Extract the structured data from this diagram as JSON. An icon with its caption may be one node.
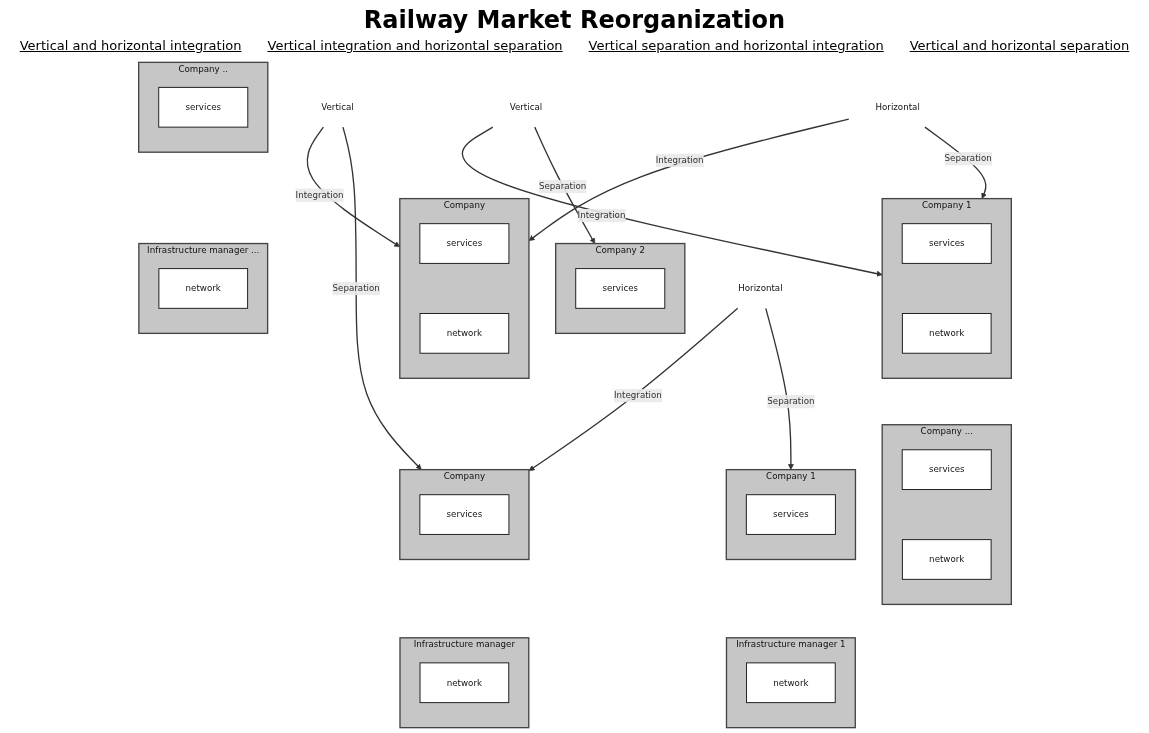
{
  "diagram": {
    "title": "Railway Market Reorganization",
    "nodes": [
      {
        "text": [
          "Company"
        ]
      },
      {
        "text": [
          "services"
        ],
        "in": 0
      },
      {
        "text": [
          "network"
        ],
        "in": 0
      },
      {
        "text": [
          "Horizontal"
        ]
      },
      {
        "text": [
          "Company 1"
        ]
      },
      {
        "text": [
          "services"
        ],
        "in": 4
      },
      {
        "text": [
          "network"
        ],
        "in": 4
      },
      {
        "text": [
          "Company ..."
        ]
      },
      {
        "text": [
          "services"
        ],
        "in": 7
      },
      {
        "text": [
          "network"
        ],
        "in": 7
      },
      {
        "text": [
          "Vertical"
        ]
      },
      {
        "text": [
          "Vertical"
        ]
      },
      {
        "text": [
          "Company"
        ]
      },
      {
        "text": [
          "services"
        ],
        "in": 12
      },
      {
        "text": [
          "Horizontal"
        ]
      },
      {
        "text": [
          "Company 1"
        ]
      },
      {
        "text": [
          "services"
        ],
        "in": 15
      },
      {
        "text": [
          "Company 2"
        ]
      },
      {
        "text": [
          "services"
        ],
        "in": 17
      },
      {
        "text": [
          "Company .."
        ]
      },
      {
        "text": [
          "services"
        ],
        "in": 19
      },
      {
        "text": [
          "Infrastructure manager"
        ]
      },
      {
        "text": [
          "network"
        ],
        "in": 21
      },
      {
        "text": [
          "Infrastructure manager 1"
        ]
      },
      {
        "text": [
          "network"
        ],
        "in": 23
      },
      {
        "text": [
          "Infrastructure manager ..."
        ]
      },
      {
        "text": [
          "network"
        ],
        "in": 25
      }
    ],
    "edges": [
      {
        "from": 3,
        "to": 0,
        "arrow": "to",
        "label": "Integration"
      },
      {
        "from": 3,
        "to": 4,
        "arrow": "to",
        "label": "Separation"
      },
      {
        "from": 10,
        "to": 0,
        "arrow": "to",
        "label": "Integration"
      },
      {
        "from": 10,
        "to": 12,
        "arrow": "to",
        "label": "Separation"
      },
      {
        "from": 11,
        "to": 4,
        "arrow": "to",
        "label": "Integration"
      },
      {
        "from": 11,
        "to": 17,
        "arrow": "to",
        "label": "Separation"
      },
      {
        "from": 14,
        "to": 12,
        "arrow": "to",
        "label": "Integration"
      },
      {
        "from": 14,
        "to": 15,
        "arrow": "to",
        "label": "Separation"
      }
    ],
    "labels": [
      "Vertical and horizontal integration",
      "Vertical integration and horizontal separation",
      "Vertical separation and horizontal integration",
      "Vertical and horizontal separation"
    ]
  }
}
